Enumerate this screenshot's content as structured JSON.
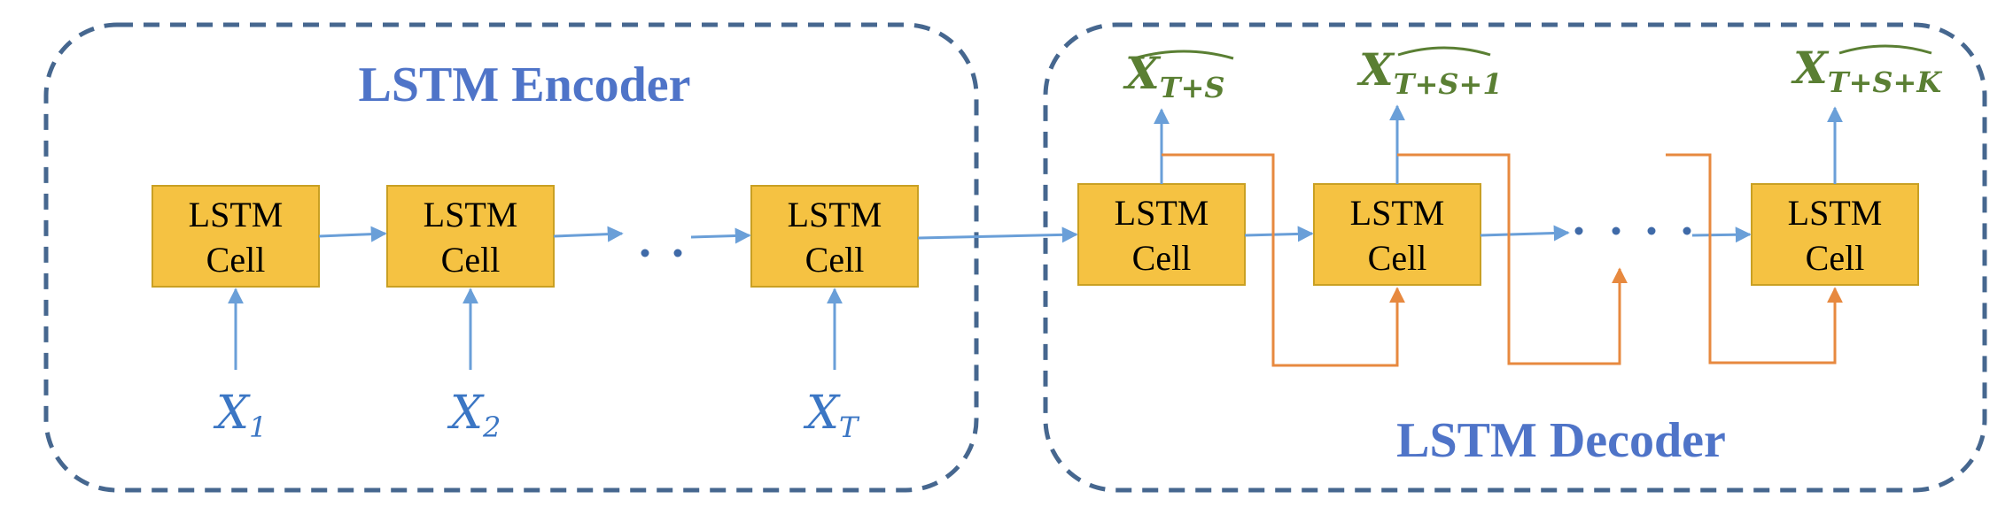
{
  "encoder": {
    "title": "LSTM Encoder",
    "cells": [
      {
        "line1": "LSTM",
        "line2": "Cell",
        "input_var": "X",
        "input_sub": "1"
      },
      {
        "line1": "LSTM",
        "line2": "Cell",
        "input_var": "X",
        "input_sub": "2"
      },
      {
        "line1": "LSTM",
        "line2": "Cell",
        "input_var": "X",
        "input_sub": "T"
      }
    ]
  },
  "decoder": {
    "title": "LSTM Decoder",
    "cells": [
      {
        "line1": "LSTM",
        "line2": "Cell",
        "output_var": "X",
        "output_sub": "T+S"
      },
      {
        "line1": "LSTM",
        "line2": "Cell",
        "output_var": "X",
        "output_sub": "T+S+1"
      },
      {
        "line1": "LSTM",
        "line2": "Cell",
        "output_var": "X",
        "output_sub": "T+S+K"
      }
    ]
  },
  "colors": {
    "frame": "#46678f",
    "cell_fill": "#f5c242",
    "cell_stroke": "#c9a023",
    "blue_arrow": "#6a9fd8",
    "orange_arrow": "#e7893f",
    "title_blue": "#4f74c8",
    "input_blue": "#3b76c4",
    "output_green": "#5a7f33"
  }
}
